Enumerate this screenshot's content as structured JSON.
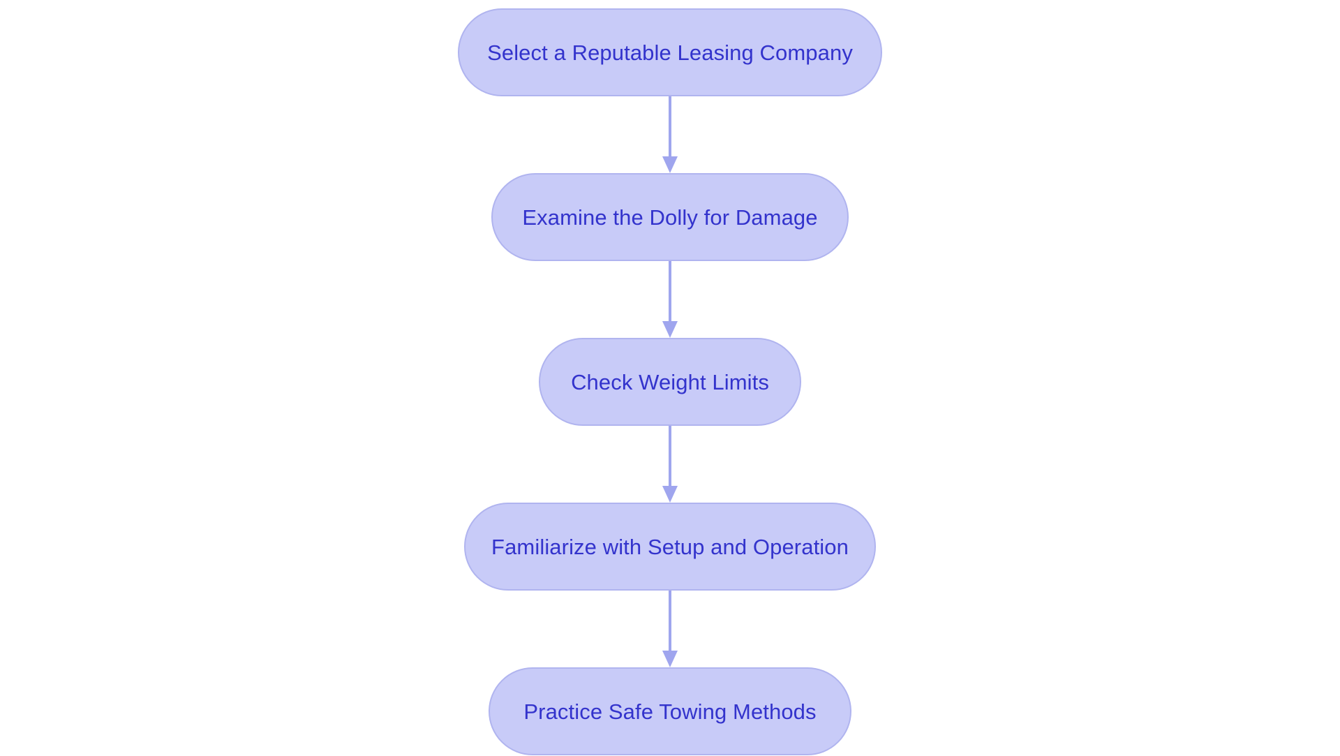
{
  "diagram": {
    "type": "flowchart",
    "orientation": "vertical-top-to-bottom",
    "background_color": "#ffffff",
    "node_fill_color": "#c8cbf8",
    "node_border_color": "#b0b4ef",
    "node_text_color": "#3333cc",
    "connector_color": "#9fa5ee",
    "nodes": [
      {
        "id": "node-1",
        "label": "Select a Reputable Leasing Company"
      },
      {
        "id": "node-2",
        "label": "Examine the Dolly for Damage"
      },
      {
        "id": "node-3",
        "label": "Check Weight Limits"
      },
      {
        "id": "node-4",
        "label": "Familiarize with Setup and Operation"
      },
      {
        "id": "node-5",
        "label": "Practice Safe Towing Methods"
      }
    ],
    "connectors": [
      {
        "id": "connector-1",
        "from": "node-1",
        "to": "node-2",
        "icon": "arrow-down-icon"
      },
      {
        "id": "connector-2",
        "from": "node-2",
        "to": "node-3",
        "icon": "arrow-down-icon"
      },
      {
        "id": "connector-3",
        "from": "node-3",
        "to": "node-4",
        "icon": "arrow-down-icon"
      },
      {
        "id": "connector-4",
        "from": "node-4",
        "to": "node-5",
        "icon": "arrow-down-icon"
      }
    ]
  }
}
